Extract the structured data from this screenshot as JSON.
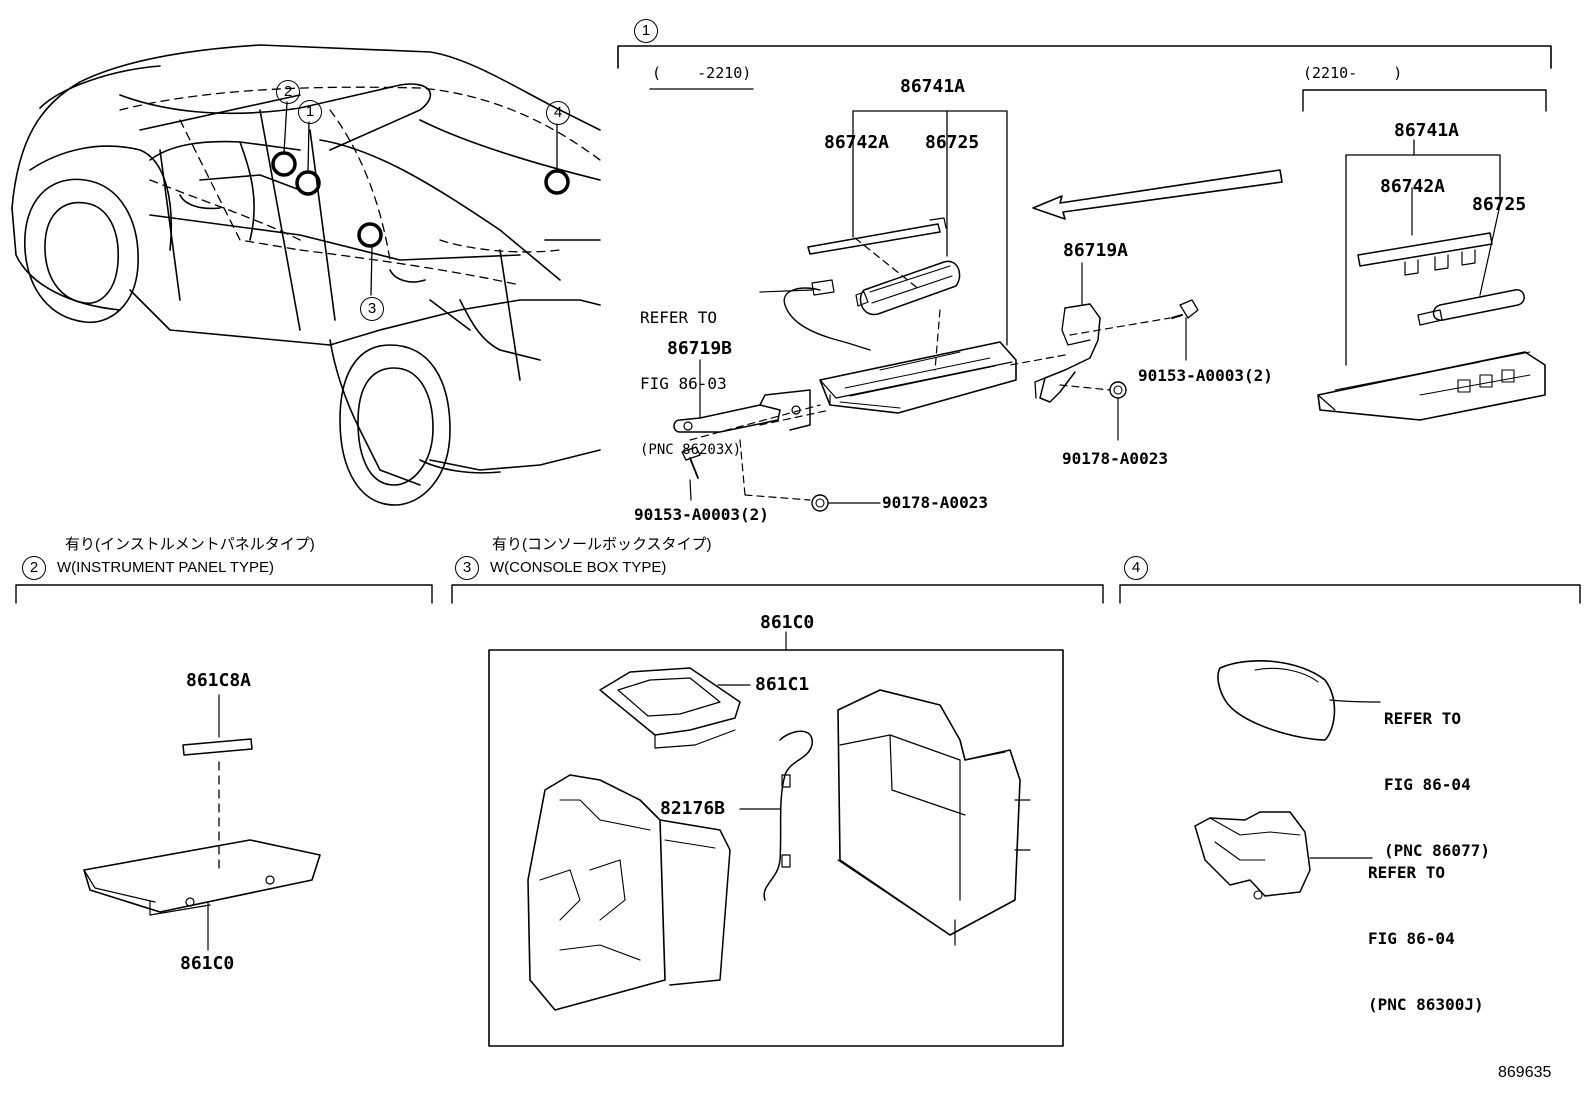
{
  "diagram_id": "869635",
  "sections": {
    "s1": {
      "number": "1"
    },
    "s2": {
      "number": "2",
      "caption_jp": "有り(インストルメントパネルタイプ)",
      "caption_en": "W(INSTRUMENT PANEL TYPE)"
    },
    "s3": {
      "number": "3",
      "caption_jp": "有り(コンソールボックスタイプ)",
      "caption_en": "W(CONSOLE BOX TYPE)"
    },
    "s4": {
      "number": "4"
    }
  },
  "callouts": {
    "c1": "1",
    "c2": "2",
    "c3": "3",
    "c4": "4"
  },
  "ranges": {
    "early": "(    -2210)",
    "late": "(2210-    )"
  },
  "parts": {
    "p86741A_a": "86741A",
    "p86742A_a": "86742A",
    "p86725_a": "86725",
    "p86719A": "86719A",
    "p86719B": "86719B",
    "p90153_a": "90153-A0003(2)",
    "p90153_b": "90153-A0003(2)",
    "p90178_a": "90178-A0023",
    "p90178_b": "90178-A0023",
    "p86741A_b": "86741A",
    "p86742A_b": "86742A",
    "p86725_b": "86725",
    "p861C8A": "861C8A",
    "p861C0_a": "861C0",
    "p861C0_b": "861C0",
    "p861C1": "861C1",
    "p82176B": "82176B"
  },
  "refs": {
    "ref_86203X": {
      "line1": "REFER TO",
      "line2": "FIG 86-03",
      "line3": "(PNC 86203X)"
    },
    "ref_86077": {
      "line1": "REFER TO",
      "line2": "FIG 86-04",
      "line3": "(PNC 86077)"
    },
    "ref_86300J": {
      "line1": "REFER TO",
      "line2": "FIG 86-04",
      "line3": "(PNC 86300J)"
    }
  }
}
